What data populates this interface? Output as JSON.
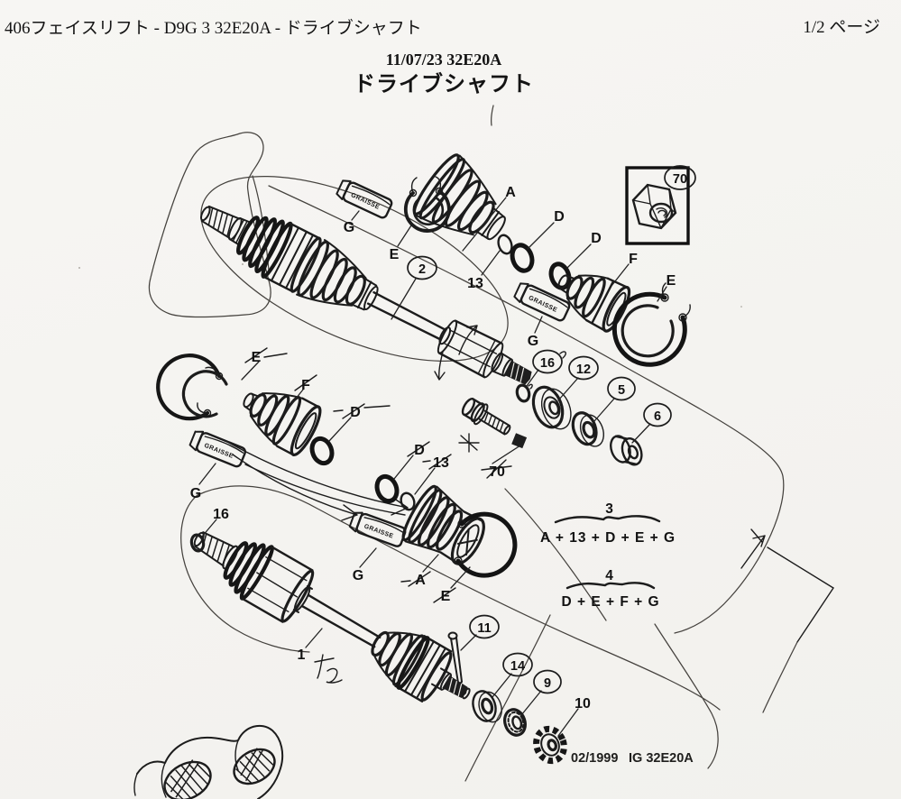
{
  "document_kind": "scanned-parts-catalog-page",
  "colors": {
    "paper": "#f5f4f1",
    "ink": "#1c1c1c",
    "outline": "#45423e"
  },
  "header": {
    "catalog_line": "406フェイスリフト - D9G 3 32E20A - ドライブシャフト",
    "page_indicator": "1/2 ページ",
    "revision_code": "11/07/23 32E20A",
    "title": "ドライブシャフト"
  },
  "footer": {
    "stamp_date": "02/1999",
    "stamp_code": "IG 32E20A"
  },
  "grease_label": "GRAISSE",
  "kits": [
    {
      "num": "3",
      "formula": "A + 13 + D + E + G"
    },
    {
      "num": "4",
      "formula": "D + E + F + G"
    }
  ],
  "callouts": {
    "circled": {
      "c2": "2",
      "c16": "16",
      "c12": "12",
      "c5": "5",
      "c6": "6",
      "c11": "11",
      "c14": "14",
      "c9": "9",
      "c70": "70"
    },
    "plain": {
      "g1": "G",
      "e1": "E",
      "a1": "A",
      "d1": "D",
      "n13a": "13",
      "d2": "D",
      "f1": "F",
      "e2": "E",
      "g2": "G",
      "e3": "E",
      "f2": "F",
      "d3": "D",
      "g3": "G",
      "n16b": "16",
      "d4": "D",
      "n13b": "13",
      "n70b": "70",
      "g4": "G",
      "a2": "A",
      "e4": "E",
      "n1": "1",
      "n10": "10"
    }
  }
}
